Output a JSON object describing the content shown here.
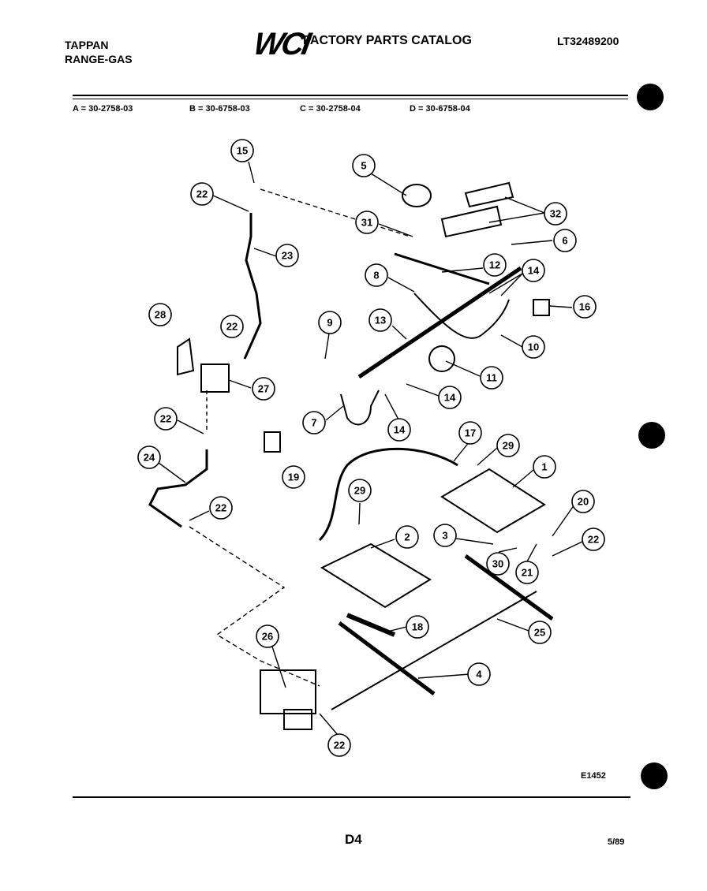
{
  "header": {
    "brand_line1": "TAPPAN",
    "brand_line2": "RANGE-GAS",
    "logo_text": "WCI",
    "catalog_title": "FACTORY PARTS CATALOG",
    "model_number": "LT32489200"
  },
  "variants": [
    "A = 30-2758-03",
    "B = 30-6758-03",
    "C = 30-2758-04",
    "D = 30-6758-04"
  ],
  "callouts": [
    "15",
    "5",
    "22",
    "31",
    "32",
    "6",
    "23",
    "12",
    "8",
    "14",
    "16",
    "28",
    "22",
    "9",
    "13",
    "10",
    "11",
    "27",
    "14",
    "7",
    "14",
    "22",
    "17",
    "29",
    "19",
    "24",
    "1",
    "29",
    "20",
    "22",
    "2",
    "3",
    "22",
    "30",
    "21",
    "18",
    "25",
    "26",
    "4",
    "22"
  ],
  "footer": {
    "drawing_code": "E1452",
    "page_number": "D4",
    "date": "5/89"
  }
}
